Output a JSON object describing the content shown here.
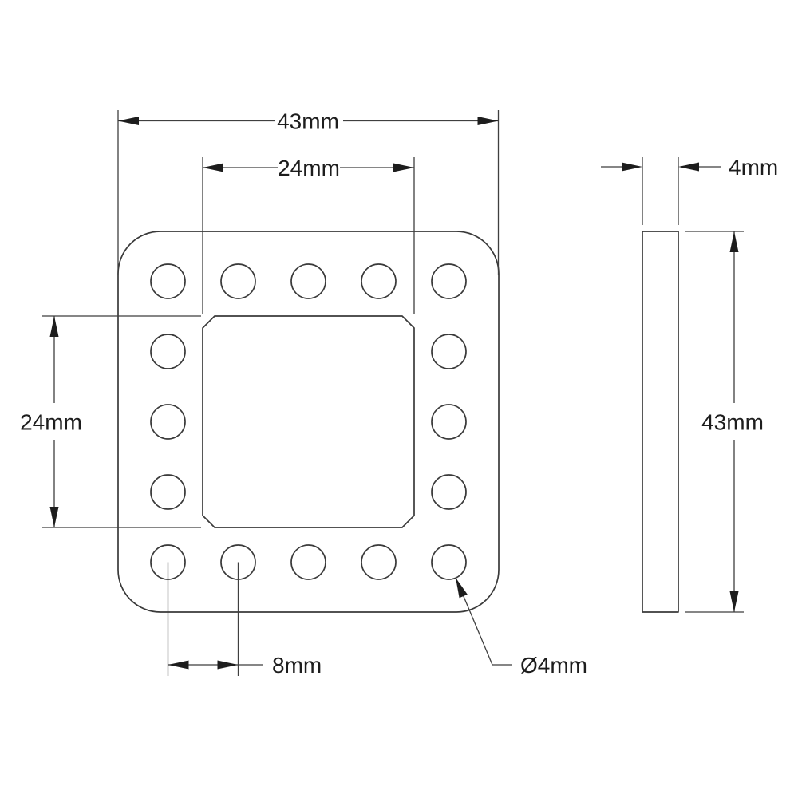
{
  "drawing": {
    "front_view": {
      "overall_width_label": "43mm",
      "slot_width_label": "24mm",
      "slot_height_label": "24mm",
      "hole_pitch_label": "8mm",
      "hole_diameter_label": "Ø4mm",
      "hole_count": 16
    },
    "side_view": {
      "thickness_label": "4mm",
      "height_label": "43mm"
    },
    "colors": {
      "object_line": "#3a3a3a",
      "dimension_line": "#3f3f3f",
      "arrow_fill": "#1d1d1d",
      "text": "#1d1d1d",
      "background": "#ffffff"
    }
  }
}
